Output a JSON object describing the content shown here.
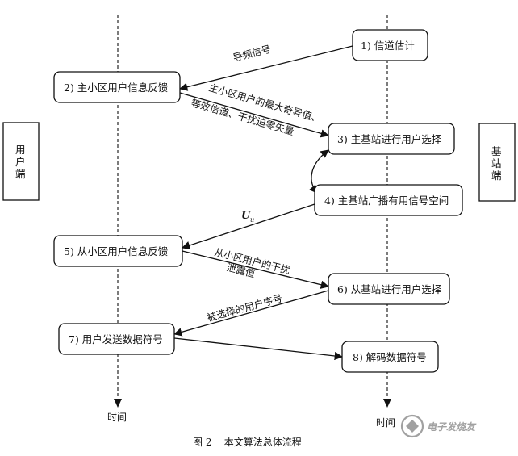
{
  "diagram": {
    "side_labels": {
      "user": [
        "用",
        "户",
        "端"
      ],
      "base": [
        "基",
        "站",
        "端"
      ]
    },
    "time_labels": {
      "left": "时间",
      "right": "时间"
    },
    "steps": [
      {
        "id": "s1",
        "label": "1) 信道估计"
      },
      {
        "id": "s2",
        "label": "2) 主小区用户信息反馈"
      },
      {
        "id": "s3",
        "label": "3) 主基站进行用户选择"
      },
      {
        "id": "s4",
        "label": "4) 主基站广播有用信号空间"
      },
      {
        "id": "s5",
        "label": "5) 从小区用户信息反馈"
      },
      {
        "id": "s6",
        "label": "6) 从基站进行用户选择"
      },
      {
        "id": "s7",
        "label": "7) 用户发送数据符号"
      },
      {
        "id": "s8",
        "label": "8) 解码数据符号"
      }
    ],
    "messages": {
      "m1": "导频信号",
      "m2_line1": "主小区用户的最大奇异值、",
      "m2_line2": "等效信道、干扰迫零矢量",
      "m4_symbol": "U",
      "m4_sub": "u",
      "m5_line1": "从小区用户的干扰",
      "m5_line2": "泄露值",
      "m6": "被选择的用户序号"
    },
    "caption": "图 2    本文算法总体流程",
    "watermark": "电子发烧友"
  }
}
